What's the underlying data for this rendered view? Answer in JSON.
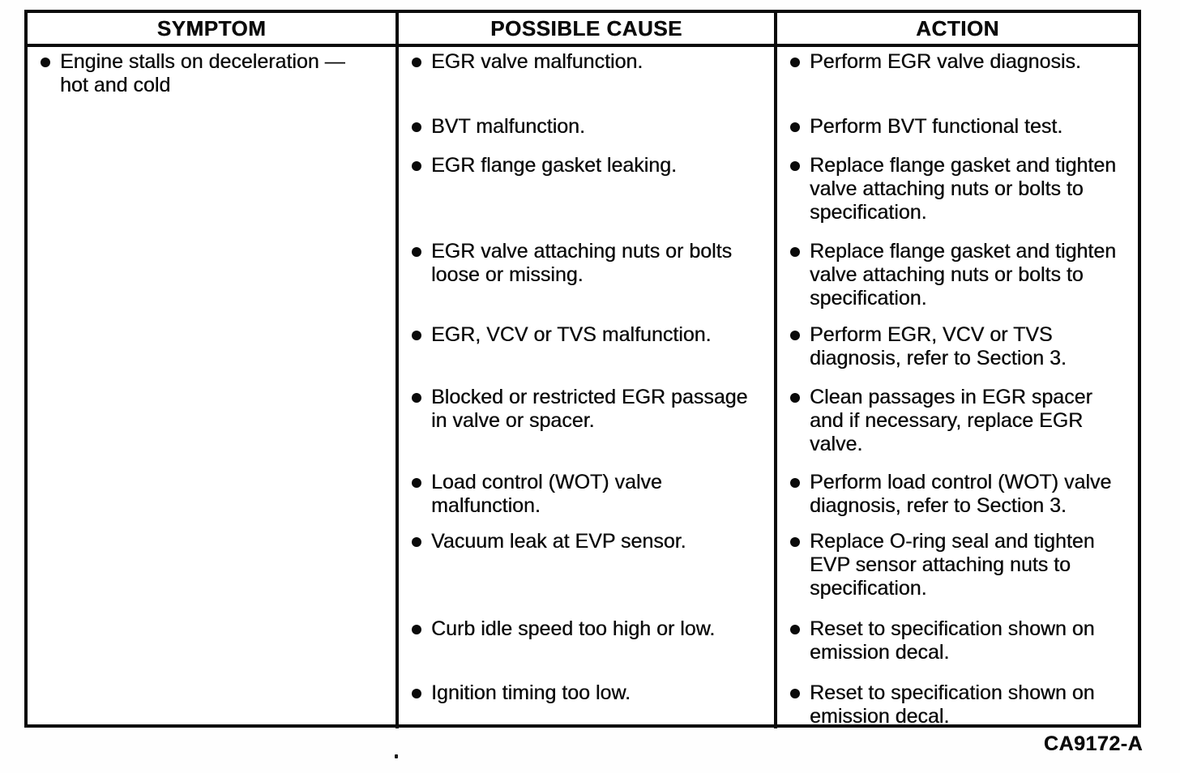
{
  "table": {
    "headers": {
      "symptom": "SYMPTOM",
      "cause": "POSSIBLE CAUSE",
      "action": "ACTION"
    },
    "symptom": "Engine stalls on deceleration —\nhot and cold",
    "rows": [
      {
        "cause": "EGR valve malfunction.",
        "action": "Perform EGR valve diagnosis."
      },
      {
        "cause": "BVT malfunction.",
        "action": "Perform BVT functional test."
      },
      {
        "cause": "EGR flange gasket leaking.",
        "action": "Replace flange gasket and tighten\nvalve attaching nuts or bolts to\nspecification."
      },
      {
        "cause": "EGR valve attaching nuts or bolts\nloose or missing.",
        "action": "Replace flange gasket and tighten\nvalve attaching nuts or bolts to\nspecification."
      },
      {
        "cause": "EGR, VCV or TVS malfunction.",
        "action": "Perform EGR, VCV or TVS\ndiagnosis, refer to Section 3."
      },
      {
        "cause": "Blocked or restricted EGR passage\nin valve or spacer.",
        "action": "Clean passages in EGR spacer\nand if necessary, replace EGR\nvalve."
      },
      {
        "cause": "Load control (WOT) valve\nmalfunction.",
        "action": "Perform load control (WOT) valve\ndiagnosis, refer to Section 3."
      },
      {
        "cause": "Vacuum leak at EVP sensor.",
        "action": "Replace O-ring seal and tighten\nEVP sensor attaching nuts to\nspecification."
      },
      {
        "cause": "Curb idle speed too high or low.",
        "action": "Reset to specification shown on\nemission decal."
      },
      {
        "cause": "Ignition timing too low.",
        "action": "Reset to specification shown on\nemission decal."
      }
    ],
    "figure_ref": "CA9172-A"
  }
}
